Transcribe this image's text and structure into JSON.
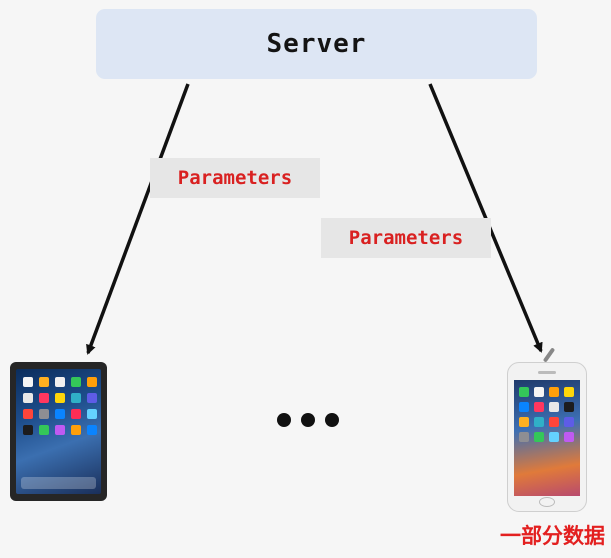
{
  "server": {
    "label": "Server"
  },
  "edges": [
    {
      "from": "server",
      "to": "tablet",
      "label": "Parameters"
    },
    {
      "from": "server",
      "to": "phone",
      "label": "Parameters"
    }
  ],
  "devices": [
    {
      "name": "tablet",
      "type": "ipad-icon"
    },
    {
      "name": "phone",
      "type": "iphone-icon"
    }
  ],
  "ellipsis": "more-devices",
  "footer_note": "一部分数据",
  "colors": {
    "background": "#f6f6f6",
    "server_fill": "#dde6f4",
    "label_text": "#d92121",
    "label_fill": "#e6e6e6",
    "arrow": "#111111",
    "note_text": "#e32020"
  }
}
